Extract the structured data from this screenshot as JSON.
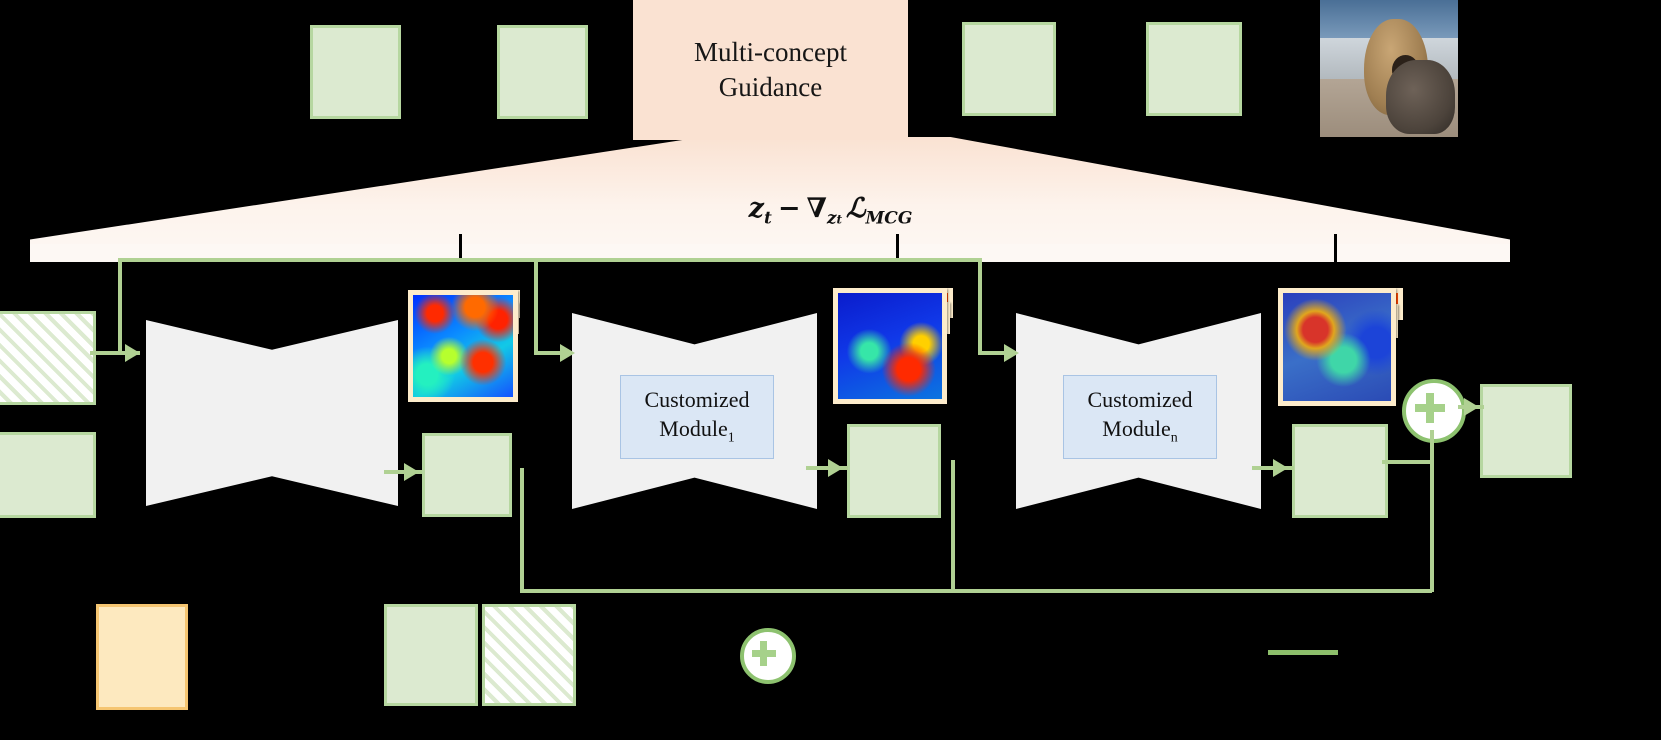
{
  "diagram": {
    "title": "Multi-concept Guidance pipeline",
    "guidance": {
      "label_line1": "Multi-concept",
      "label_line2": "Guidance",
      "box_color": "#fae2d2",
      "funnel_color": "#fdf8f4"
    },
    "formula": {
      "z": "z",
      "z_sub": "t",
      "minus": "−",
      "nabla": "∇",
      "nabla_sub": "z",
      "nabla_sub_sub": "t",
      "loss": "ℒ",
      "loss_sub": "MCG",
      "full": "z_t − ∇_{z_t} ℒ_{MCG}"
    },
    "unets": [
      {
        "name": "unet-base",
        "module_label": "",
        "module_sub": "",
        "has_module": false
      },
      {
        "name": "unet-customized-1",
        "module_label": "Customized",
        "module_label2": "Module",
        "module_sub": "1",
        "has_module": true
      },
      {
        "name": "unet-customized-n",
        "module_label": "Customized",
        "module_label2": "Module",
        "module_sub": "n",
        "has_module": true
      }
    ],
    "heatmaps": [
      {
        "name": "attention-map-stack-1",
        "kind": "jet-noise",
        "count": 3
      },
      {
        "name": "attention-map-stack-2",
        "kind": "jet-on-photo",
        "count": 3
      },
      {
        "name": "attention-map-stack-3",
        "kind": "jet-on-photo",
        "count": 3
      }
    ],
    "reference_photo": {
      "name": "dog-and-cat-photo",
      "alt": "dog and cat sitting on a floor"
    },
    "operators": [
      {
        "name": "sum-operator-main",
        "symbol": "+"
      },
      {
        "name": "sum-operator-legend",
        "symbol": "+"
      }
    ],
    "legend": {
      "items": [
        {
          "name": "legend-swatch-yellow",
          "color": "#fde9bf",
          "border": "#f5c571",
          "label": ""
        },
        {
          "name": "legend-swatch-green",
          "color": "#dcead0",
          "border": "#b6d7a0",
          "label": ""
        },
        {
          "name": "legend-swatch-hatched",
          "color": "hatched",
          "border": "#b6d7a0",
          "label": ""
        },
        {
          "name": "legend-sum-operator",
          "color": "#8dc26f",
          "label": ""
        },
        {
          "name": "legend-connector-line",
          "color": "#8dbf6b",
          "label": ""
        }
      ]
    },
    "colors": {
      "guidance_peach": "#fae2d2",
      "funnel_cream": "#fdf8f4",
      "green_fill": "#dcead0",
      "green_border": "#b6d7a0",
      "connector_green": "#b0d193",
      "module_blue": "#dbe7f5",
      "module_blue_border": "#a9c4e4",
      "unet_gray": "#f1f1f1",
      "yellow_fill": "#fde9bf",
      "yellow_border": "#f5c571",
      "background": "#000000"
    }
  }
}
